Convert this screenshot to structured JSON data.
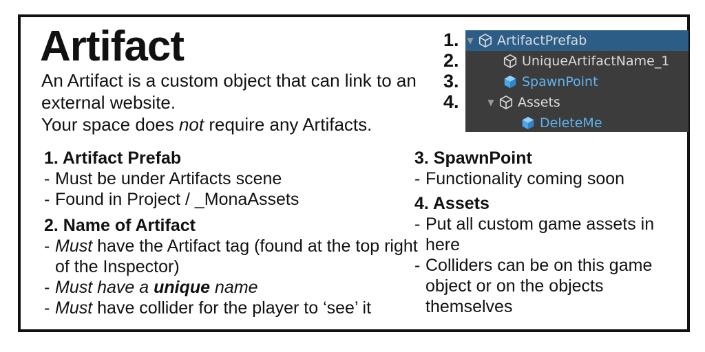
{
  "title": "Artifact",
  "intro": {
    "line1": "An Artifact is a custom object that can link to an external website.",
    "line2_prefix": "Your space does ",
    "line2_emphasis": "not",
    "line2_suffix": " require any Artifacts."
  },
  "sections": {
    "artifact_prefab": {
      "heading": "1. Artifact Prefab",
      "bullets": [
        "Must be under Artifacts scene",
        "Found in Project / _MonaAssets"
      ]
    },
    "name_of_artifact": {
      "heading": "2. Name of Artifact",
      "bullet1_em": "Must",
      "bullet1_rest": " have the Artifact tag (found at the top right of the Inspector)",
      "bullet2_em1": "Must have a ",
      "bullet2_strong": "unique",
      "bullet2_em2": " name",
      "bullet3_em": "Must",
      "bullet3_rest": " have collider for the player to ‘see’ it"
    },
    "spawnpoint": {
      "heading": "3. SpawnPoint",
      "bullets": [
        "Functionality coming soon"
      ]
    },
    "assets": {
      "heading": "4. Assets",
      "bullets": [
        "Put all custom game assets in here",
        "Colliders can be on this game object or on the objects themselves"
      ]
    }
  },
  "hierarchy": {
    "numbers": [
      "1.",
      "2.",
      "3.",
      "4."
    ],
    "rows": [
      {
        "label": "ArtifactPrefab",
        "expanded": true,
        "selected": true,
        "icon": "cube-outline-icon"
      },
      {
        "label": "UniqueArtifactName_1",
        "icon": "cube-outline-icon"
      },
      {
        "label": "SpawnPoint",
        "icon": "cube-solid-icon",
        "color": "#5fb3f0"
      },
      {
        "label": "Assets",
        "expanded": true,
        "icon": "cube-outline-icon"
      },
      {
        "label": "DeleteMe",
        "icon": "cube-solid-icon",
        "color": "#5fb3f0"
      }
    ],
    "colors": {
      "panel": "#3c3c3c",
      "selected": "#2c5d87",
      "text": "#dcdcdc",
      "prefab_blue": "#5fb3f0"
    }
  }
}
